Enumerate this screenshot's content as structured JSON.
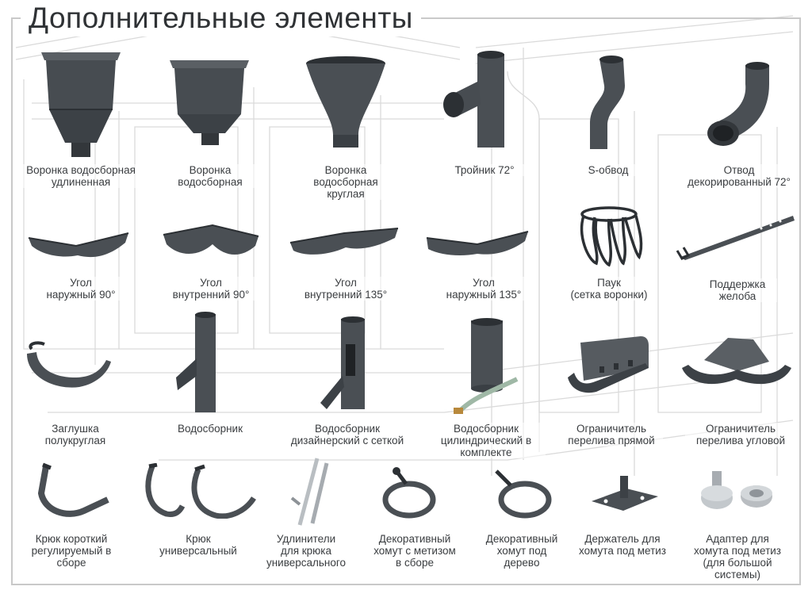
{
  "title": "Дополнительные элементы",
  "items": [
    {
      "caption": "Воронка водосборная\nудлиненная",
      "icon": "funnel-long-icon"
    },
    {
      "caption": "Воронка\nводосборная",
      "icon": "funnel-icon"
    },
    {
      "caption": "Воронка\nводосборная\nкруглая",
      "icon": "funnel-round-icon"
    },
    {
      "caption": "Тройник 72°",
      "icon": "tee-icon"
    },
    {
      "caption": "S-обвод",
      "icon": "s-bend-icon"
    },
    {
      "caption": "Отвод\nдекорированный 72°",
      "icon": "elbow-icon"
    },
    {
      "caption": "Угол\nнаружный 90°",
      "icon": "outer-corner-90-icon"
    },
    {
      "caption": "Угол\nвнутренний 90°",
      "icon": "inner-corner-90-icon"
    },
    {
      "caption": "Угол\nвнутренний 135°",
      "icon": "inner-corner-135-icon"
    },
    {
      "caption": "Угол\nнаружный 135°",
      "icon": "outer-corner-135-icon"
    },
    {
      "caption": "Паук\n(сетка воронки)",
      "icon": "spider-mesh-icon"
    },
    {
      "caption": "Поддержка\nжелоба",
      "icon": "gutter-support-icon"
    },
    {
      "caption": "Заглушка\nполукруглая",
      "icon": "end-cap-icon"
    },
    {
      "caption": "Водосборник",
      "icon": "rain-collector-icon"
    },
    {
      "caption": "Водосборник\nдизайнерский с сеткой",
      "icon": "designer-collector-icon"
    },
    {
      "caption": "Водосборник\nцилиндрический в\nкомплекте",
      "icon": "cylinder-collector-icon"
    },
    {
      "caption": "Ограничитель\nперелива прямой",
      "icon": "overflow-straight-icon"
    },
    {
      "caption": "Ограничитель\nперелива угловой",
      "icon": "overflow-corner-icon"
    },
    {
      "caption": "Крюк короткий\nрегулируемый в\nсборе",
      "icon": "short-hook-icon"
    },
    {
      "caption": "Крюк\nуниверсальный",
      "icon": "universal-hook-icon"
    },
    {
      "caption": "Удлинители\nдля крюка\nуниверсального",
      "icon": "hook-extender-icon"
    },
    {
      "caption": "Декоративный\nхомут с метизом\nв сборе",
      "icon": "clamp-bolt-icon"
    },
    {
      "caption": "Декоративный\nхомут под\nдерево",
      "icon": "clamp-wood-icon"
    },
    {
      "caption": "Держатель для\nхомута под метиз",
      "icon": "clamp-holder-icon"
    },
    {
      "caption": "Адаптер для\nхомута под метиз\n(для большой\nсистемы)",
      "icon": "adapter-icon"
    }
  ],
  "colors": {
    "metal": "#4a4f54",
    "metal_dark": "#2c3034",
    "metal_light": "#6b7176",
    "frame": "#c9c9c9",
    "sketch": "#d6d6d6"
  }
}
